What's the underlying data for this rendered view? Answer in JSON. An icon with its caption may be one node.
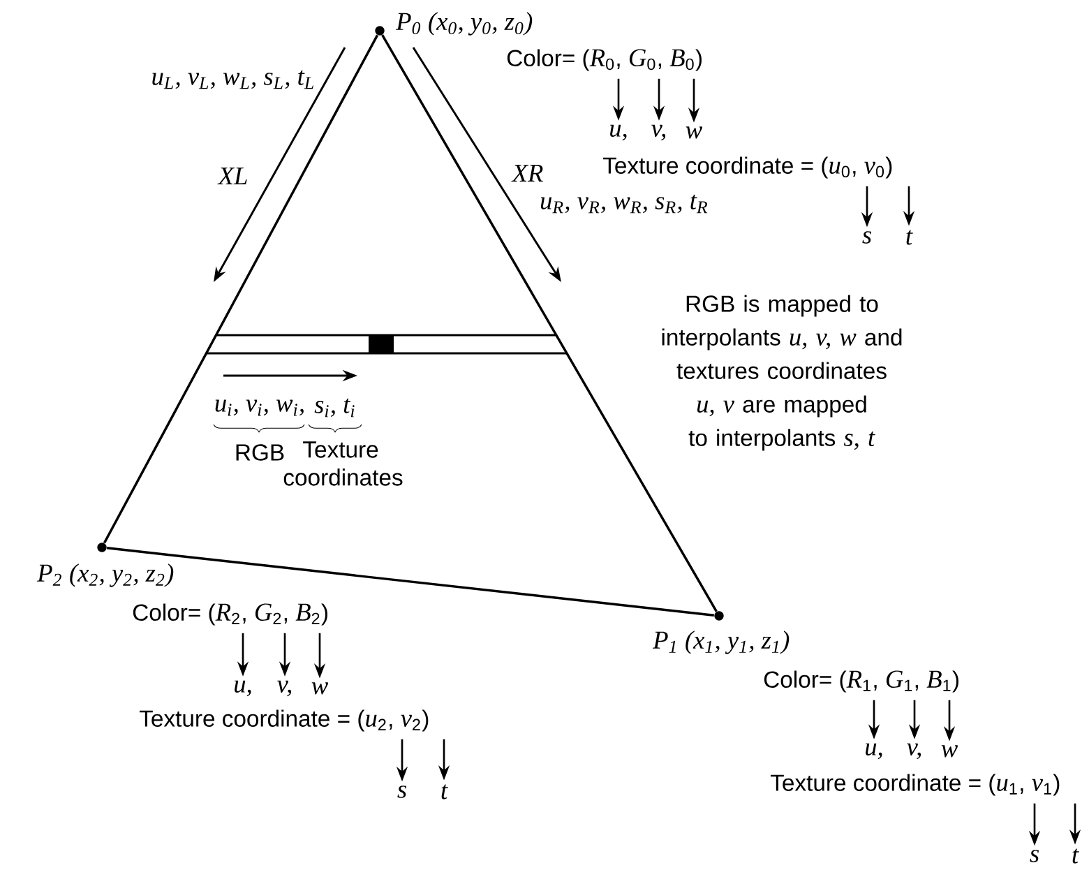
{
  "diagram": {
    "nodes": [
      {
        "text": [],
        "shape": "circle",
        "beside": [
          "*P*$_{0}$ (*x*$_{0}$, *y*$_{0}$, *z*$_{0}$)"
        ]
      },
      {
        "text": [
          "Color= (*R*$_{0}$, *G*$_{0}$, *B*$_{0}$)"
        ]
      },
      {
        "text": [
          "u,"
        ]
      },
      {
        "text": [
          "v,"
        ]
      },
      {
        "text": [
          "w"
        ]
      },
      {
        "text": [
          "Texture coordinate = (*u*$_{0}$, *v*$_{0}$)"
        ]
      },
      {
        "text": [
          "s"
        ]
      },
      {
        "text": [
          "t"
        ]
      },
      {
        "text": [],
        "shape": "circle",
        "beside": [
          "*P*$_{2}$ (*x*$_{2}$, *y*$_{2}$, *z*$_{2}$)"
        ]
      },
      {
        "text": [
          "Color= (*R*$_{2}$, *G*$_{2}$, *B*$_{2}$)"
        ]
      },
      {
        "text": [
          "u,"
        ]
      },
      {
        "text": [
          "v,"
        ]
      },
      {
        "text": [
          "w"
        ]
      },
      {
        "text": [
          "Texture coordinate = (*u*$_{2}$, *v*$_{2}$)"
        ]
      },
      {
        "text": [
          "s"
        ]
      },
      {
        "text": [
          "t"
        ]
      },
      {
        "text": [],
        "shape": "circle",
        "beside": [
          "*P*$_{1}$ (*x*$_{1}$, *y*$_{1}$, *z*$_{1}$)"
        ]
      },
      {
        "text": [
          "Color= (*R*$_{1}$, *G*$_{1}$, *B*$_{1}$)"
        ]
      },
      {
        "text": [
          "u,"
        ]
      },
      {
        "text": [
          "v,"
        ]
      },
      {
        "text": [
          "w"
        ]
      },
      {
        "text": [
          "Texture coordinate = (*u*$_{1}$, *v*$_{1}$)"
        ]
      },
      {
        "text": [
          "s"
        ]
      },
      {
        "text": [
          "t"
        ]
      }
    ],
    "edges": [
      {
        "from": 0,
        "to": 8,
        "arrow": "none"
      },
      {
        "from": 0,
        "to": 16,
        "arrow": "none"
      },
      {
        "from": 8,
        "to": 16,
        "arrow": "none"
      },
      {
        "from": 1,
        "to": 2,
        "arrow": "to"
      },
      {
        "from": 1,
        "to": 3,
        "arrow": "to"
      },
      {
        "from": 1,
        "to": 4,
        "arrow": "to"
      },
      {
        "from": 5,
        "to": 6,
        "arrow": "to"
      },
      {
        "from": 5,
        "to": 7,
        "arrow": "to"
      },
      {
        "from": 9,
        "to": 10,
        "arrow": "to"
      },
      {
        "from": 9,
        "to": 11,
        "arrow": "to"
      },
      {
        "from": 9,
        "to": 12,
        "arrow": "to"
      },
      {
        "from": 13,
        "to": 14,
        "arrow": "to"
      },
      {
        "from": 13,
        "to": 15,
        "arrow": "to"
      },
      {
        "from": 17,
        "to": 18,
        "arrow": "to"
      },
      {
        "from": 17,
        "to": 19,
        "arrow": "to"
      },
      {
        "from": 17,
        "to": 20,
        "arrow": "to"
      },
      {
        "from": 21,
        "to": 22,
        "arrow": "to"
      },
      {
        "from": 21,
        "to": 23,
        "arrow": "to"
      }
    ],
    "labels": [
      "u$_{L}$, v$_{L}$, w$_{L}$, s$_{L}$, t$_{L}$",
      "XL",
      "XR",
      "u$_{R}$, v$_{R}$, w$_{R}$, s$_{R}$, t$_{R}$",
      "RGB is mapped to interpolants *u, v, w* and textures coordinates *u, v* are mapped to interpolants *s, t*",
      "u$_{i}$, v$_{i}$, w$_{i}$,",
      "s$_{i}$, t$_{i}$",
      "RGB",
      "Texture coordinates"
    ]
  }
}
